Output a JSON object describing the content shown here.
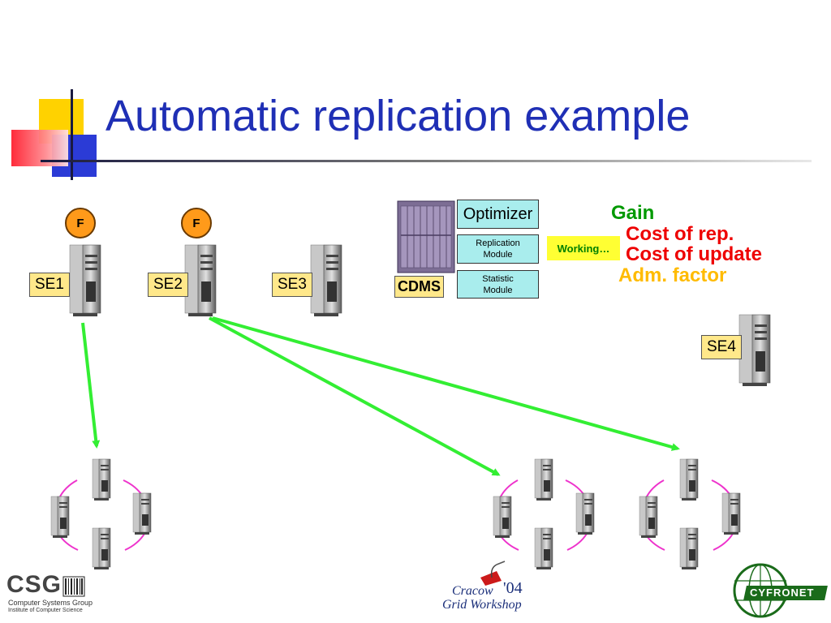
{
  "slide": {
    "title": "Automatic replication example"
  },
  "storage_elements": [
    {
      "label": "SE1",
      "has_file": true
    },
    {
      "label": "SE2",
      "has_file": true
    },
    {
      "label": "SE3",
      "has_file": false
    },
    {
      "label": "SE4",
      "has_file": false
    }
  ],
  "file_badge": "F",
  "cdms": {
    "label": "CDMS",
    "optimizer": "Optimizer",
    "replication_module": "Replication Module",
    "statistic_module": "Statistic Module",
    "status": "Working…"
  },
  "factors": [
    {
      "label": "Gain",
      "color": "#009900"
    },
    {
      "label": "Cost of rep.",
      "color": "#ee0000"
    },
    {
      "label": "Cost of update",
      "color": "#ee0000"
    },
    {
      "label": "Adm. factor",
      "color": "#ffbb00"
    }
  ],
  "colors": {
    "title": "#1f2fb5",
    "arrow": "#33ee33",
    "ring": "#ee33cc",
    "se_label_bg": "#ffe88a",
    "module_bg": "#a9eded",
    "badge": "#ff9a1a"
  },
  "footer": {
    "csg_logo": "CSG",
    "csg_line1": "Computer Systems Group",
    "csg_line2": "Institute of Computer Science",
    "workshop_line1": "Cracow",
    "workshop_year": "'04",
    "workshop_line2": "Grid Workshop",
    "cyfronet": "CYFRONET"
  }
}
